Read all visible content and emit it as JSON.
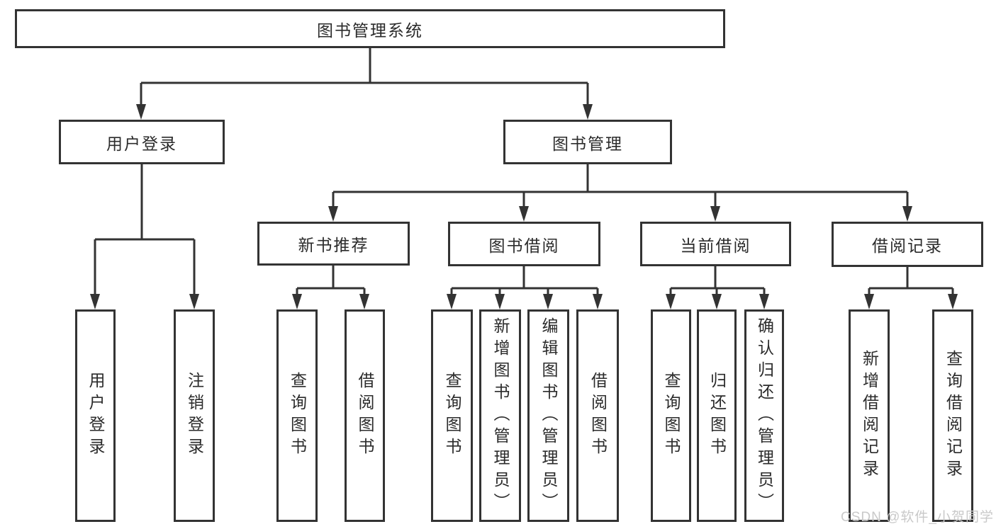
{
  "tree": {
    "label": "图书管理系统",
    "children": [
      {
        "label": "用户登录",
        "children": [
          {
            "label": "用户登录"
          },
          {
            "label": "注销登录"
          }
        ]
      },
      {
        "label": "图书管理",
        "children": [
          {
            "label": "新书推荐",
            "children": [
              {
                "label": "查询图书"
              },
              {
                "label": "借阅图书"
              }
            ]
          },
          {
            "label": "图书借阅",
            "children": [
              {
                "label": "查询图书"
              },
              {
                "label": "新增图书（管理员）"
              },
              {
                "label": "编辑图书（管理员）"
              },
              {
                "label": "借阅图书"
              }
            ]
          },
          {
            "label": "当前借阅",
            "children": [
              {
                "label": "查询图书"
              },
              {
                "label": "归还图书"
              },
              {
                "label": "确认归还（管理员）"
              }
            ]
          },
          {
            "label": "借阅记录",
            "children": [
              {
                "label": "新增借阅记录"
              },
              {
                "label": "查询借阅记录"
              }
            ]
          }
        ]
      }
    ]
  },
  "watermark": {
    "text": "CSDN @软件_小贺同学"
  },
  "colors": {
    "line": "#333333",
    "text": "#2b2b2b",
    "watermark": "#c9c9c9",
    "background": "#ffffff"
  }
}
